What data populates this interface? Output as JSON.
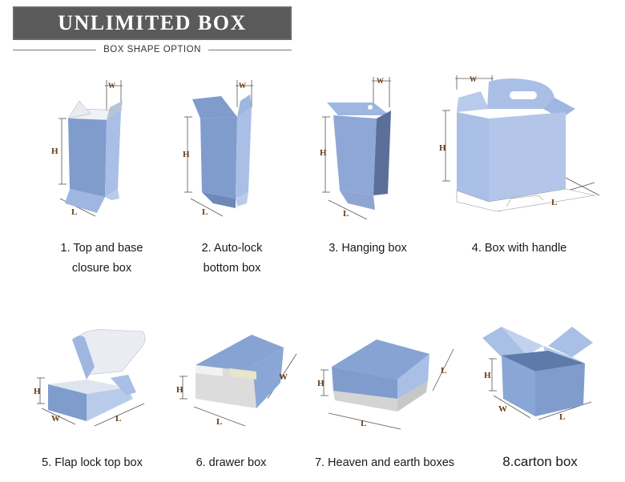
{
  "banner": {
    "title": "UNLIMITED BOX",
    "subtitle": "BOX SHAPE OPTION"
  },
  "dims": {
    "w": "W",
    "h": "H",
    "l": "L"
  },
  "boxes": [
    {
      "line1": "1. Top and base",
      "line2": "closure box"
    },
    {
      "line1": "2. Auto-lock",
      "line2": "bottom box"
    },
    {
      "line1": "3. Hanging box",
      "line2": ""
    },
    {
      "line1": "4. Box with handle",
      "line2": ""
    },
    {
      "line1": "5. Flap lock top box",
      "line2": ""
    },
    {
      "line1": "6. drawer box",
      "line2": ""
    },
    {
      "line1": "7. Heaven and earth boxes",
      "line2": ""
    },
    {
      "line1": "8.carton box",
      "line2": ""
    }
  ],
  "colors": {
    "box_front": "#7f9ccd",
    "box_side": "#a9bfe6",
    "box_light": "#c2d2ee",
    "inner_white": "#eef1f6",
    "banner_bg": "#5a5a5a"
  }
}
